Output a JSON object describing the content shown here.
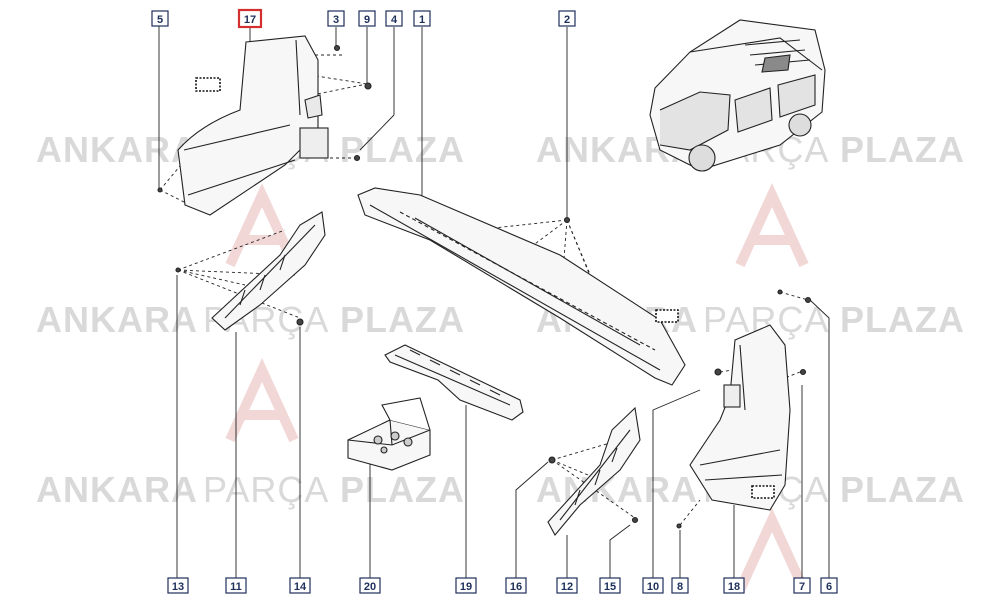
{
  "watermark": {
    "word1": "ANKARA",
    "word2": "PARÇA",
    "word3": "PLAZA",
    "color": "#d9d9d9",
    "logo_color": "#f2d7d7"
  },
  "colors": {
    "label_border": "#1f2f5c",
    "label_text": "#1f2f5c",
    "highlight": "#d32f2f",
    "line": "#222222"
  },
  "callouts": [
    {
      "id": "5",
      "highlighted": false
    },
    {
      "id": "17",
      "highlighted": true
    },
    {
      "id": "3",
      "highlighted": false
    },
    {
      "id": "9",
      "highlighted": false
    },
    {
      "id": "4",
      "highlighted": false
    },
    {
      "id": "1",
      "highlighted": false
    },
    {
      "id": "2",
      "highlighted": false
    },
    {
      "id": "13",
      "highlighted": false
    },
    {
      "id": "11",
      "highlighted": false
    },
    {
      "id": "14",
      "highlighted": false
    },
    {
      "id": "20",
      "highlighted": false
    },
    {
      "id": "19",
      "highlighted": false
    },
    {
      "id": "16",
      "highlighted": false
    },
    {
      "id": "12",
      "highlighted": false
    },
    {
      "id": "15",
      "highlighted": false
    },
    {
      "id": "10",
      "highlighted": false
    },
    {
      "id": "8",
      "highlighted": false
    },
    {
      "id": "18",
      "highlighted": false
    },
    {
      "id": "7",
      "highlighted": false
    },
    {
      "id": "6",
      "highlighted": false
    }
  ]
}
